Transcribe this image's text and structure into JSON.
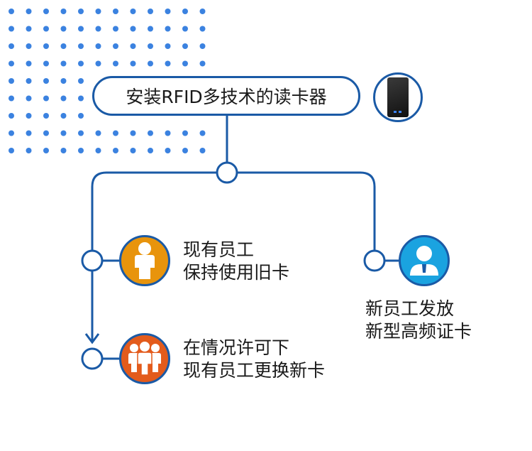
{
  "title": "安装RFID多技术的读卡器",
  "branches": {
    "existing": {
      "line1": "现有员工",
      "line2": "保持使用旧卡"
    },
    "replace": {
      "line1": "在情况许可下",
      "line2": "现有员工更换新卡"
    },
    "new": {
      "line1": "新员工发放",
      "line2": "新型高频证卡"
    }
  },
  "colors": {
    "line": "#1a5aa6",
    "dots": "#3b82e0",
    "existing_icon": "#e8940c",
    "replace_icon": "#e35b1c",
    "new_icon": "#1aa3e0"
  },
  "icons": {
    "reader": "card-reader-icon",
    "existing": "person-icon",
    "replace": "group-icon",
    "new": "employee-icon"
  }
}
